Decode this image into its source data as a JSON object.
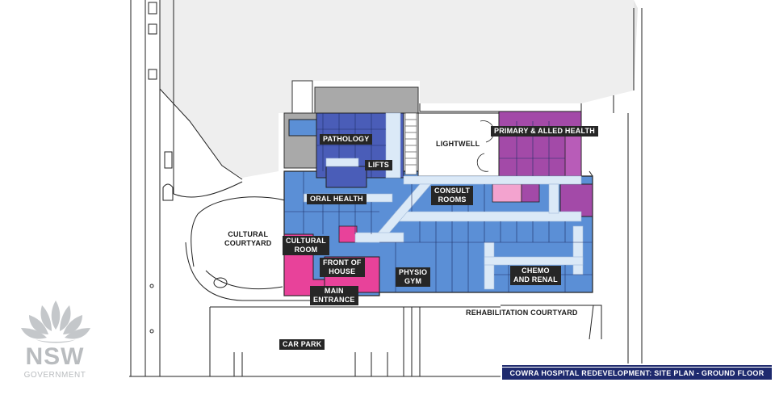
{
  "plan": {
    "labels": {
      "pathology": "PATHOLOGY",
      "lifts": "LIFTS",
      "oral_health": "ORAL HEALTH",
      "consult_rooms": "CONSULT\nROOMS",
      "primary_allied_health": "PRIMARY & ALLED HEALTH",
      "lightwell": "LIGHTWELL",
      "cultural_courtyard": "CULTURAL\nCOURTYARD",
      "cultural_room": "CULTURAL\nROOM",
      "front_of_house": "FRONT OF\nHOUSE",
      "main_entrance": "MAIN\nENTRANCE",
      "physio_gym": "PHYSIO\nGYM",
      "chemo_and_renal": "CHEMO\nAND RENAL",
      "rehabilitation_courtyard": "REHABILITATION COURTYARD",
      "car_park": "CAR PARK"
    },
    "caption": "COWRA HOSPITAL REDEVELOPMENT: SITE PLAN - GROUND FLOOR",
    "logo": {
      "name": "NSW",
      "subtitle": "GOVERNMENT"
    }
  },
  "colors": {
    "blue_zone": "#5b8fd6",
    "dark_blue_zone": "#4a5db8",
    "pink_zone": "#e8429a",
    "light_pink_zone": "#f3a3cf",
    "purple_zone": "#a34aa8",
    "grey_zone": "#a9a9a9",
    "corridor": "#dbe9f7",
    "caption_bg": "#1e2a6e",
    "label_bg": "#262626"
  },
  "icons": [
    "waratah-logo-icon"
  ]
}
